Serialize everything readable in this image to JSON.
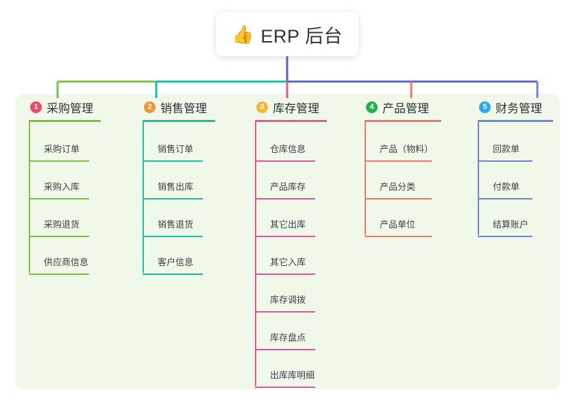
{
  "root": {
    "emoji": "👍",
    "emoji_name": "thumbs-up-emoji",
    "title": "ERP 后台"
  },
  "colors": {
    "panel_bg": "#eff8e9",
    "page_bg": "#ffffff",
    "root_line": "#5a63c8",
    "bus_left": "#7ac143",
    "bus_mid": "#16c0a0",
    "bus_right": "#5a63c8",
    "branch_1": "#7ac143",
    "branch_2": "#16c0a0",
    "branch_3": "#e8529b",
    "branch_4": "#f4736b",
    "branch_5": "#6a86d8",
    "badge_1": "#f2456a",
    "badge_2": "#f79432",
    "badge_3": "#f7b731",
    "badge_4": "#27ae4e",
    "badge_5": "#29a9e8",
    "text": "#2f3238"
  },
  "columns": [
    {
      "index": "1",
      "title": "采购管理",
      "badge_color": "#f2456a",
      "line_color": "#7ac143",
      "items": [
        "采购订单",
        "采购入库",
        "采购退货",
        "供应商信息"
      ]
    },
    {
      "index": "2",
      "title": "销售管理",
      "badge_color": "#f79432",
      "line_color": "#16c0a0",
      "items": [
        "销售订单",
        "销售出库",
        "销售退货",
        "客户信息"
      ]
    },
    {
      "index": "3",
      "title": "库存管理",
      "badge_color": "#f7b731",
      "line_color": "#e8529b",
      "items": [
        "仓库信息",
        "产品库存",
        "其它出库",
        "其它入库",
        "库存调拨",
        "库存盘点",
        "出库库明细"
      ]
    },
    {
      "index": "4",
      "title": "产品管理",
      "badge_color": "#27ae4e",
      "line_color": "#f4736b",
      "items": [
        "产品（物料）",
        "产品分类",
        "产品单位"
      ]
    },
    {
      "index": "5",
      "title": "财务管理",
      "badge_color": "#29a9e8",
      "line_color": "#6a86d8",
      "items": [
        "回款单",
        "付款单",
        "结算账户"
      ]
    }
  ],
  "layout": {
    "column_x": [
      42,
      208,
      372,
      532,
      697
    ],
    "head_underline_width": [
      105,
      106,
      105,
      112,
      110
    ],
    "leaf_underline_width": [
      88,
      88,
      88,
      98,
      80
    ]
  }
}
